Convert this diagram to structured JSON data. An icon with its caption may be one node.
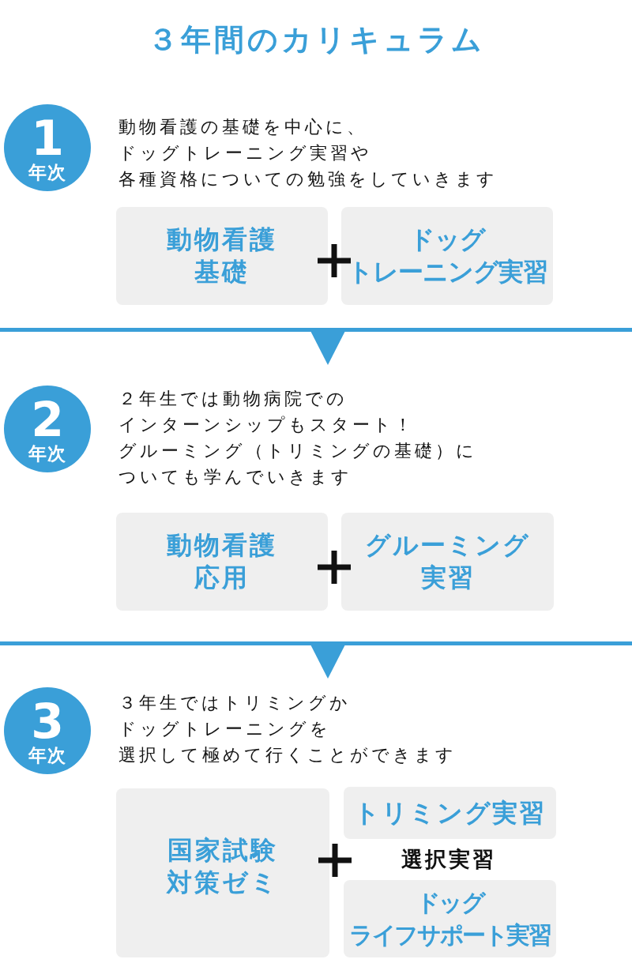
{
  "diagram": {
    "title": "３年間のカリキュラム",
    "nodes": [
      {
        "text": [
          "1",
          "年次"
        ],
        "beside": [
          "動物看護の基礎を中心に、ドッグトレーニング実習や各種資格についての勉強をしていきます"
        ]
      },
      {
        "text": [
          "動物看護基礎"
        ]
      },
      {
        "text": [
          "ドッグトレーニング実習"
        ]
      },
      {
        "text": [
          "2",
          "年次"
        ],
        "beside": [
          "２年生では動物病院でのインターンシップもスタート！グルーミング（トリミングの基礎）についても学んでいきます"
        ]
      },
      {
        "text": [
          "動物看護応用"
        ]
      },
      {
        "text": [
          "グルーミング実習"
        ]
      },
      {
        "text": [
          "3",
          "年次"
        ],
        "beside": [
          "３年生ではトリミングかドッグトレーニングを選択して極めて行くことができます"
        ]
      },
      {
        "text": [
          "国家試験対策ゼミ"
        ]
      },
      {
        "text": [
          "トリミング実習"
        ]
      },
      {
        "text": [
          "ドッグライフサポート実習"
        ]
      }
    ],
    "labels": [
      "選択実習"
    ]
  }
}
